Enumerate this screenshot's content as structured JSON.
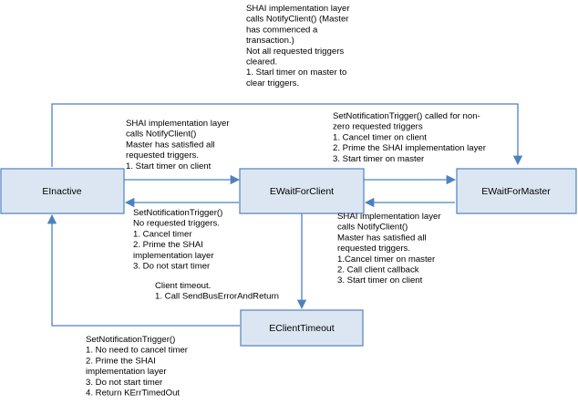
{
  "states": {
    "inactive": "EInactive",
    "wait_for_client": "EWaitForClient",
    "wait_for_master": "EWaitForMaster",
    "client_timeout": "EClientTimeout"
  },
  "notes": {
    "top": [
      "SHAI implementation layer",
      "calls NotifyClient() (Master",
      "has commenced a",
      "transaction.)",
      "Not all requested triggers",
      "cleared.",
      "1. Starl timer on master to",
      "clear triggers."
    ],
    "inactive_to_client": [
      "SHAI implementation layer",
      "calls NotifyClient()",
      "Master has satisfied all",
      "requested triggers.",
      "1. Start timer on client"
    ],
    "client_to_master": [
      "SetNotificationTrigger() called for non-",
      "zero requested triggers",
      "1. Cancel timer on client",
      "2. Prime the SHAI implementation layer",
      "3. Start timer on master"
    ],
    "client_to_inactive": [
      "SetNotificationTrigger()",
      "No requested triggers.",
      "1. Cancel timer",
      "2. Prime the SHAI",
      "implementation layer",
      "3. Do not start timer"
    ],
    "master_to_client": [
      "SHAI implementation layer",
      "calls NotifyClient()",
      "Master has satisfied all",
      "requested triggers.",
      "1.Cancel timer on master",
      "2. Call client callback",
      "3. Start timer on client"
    ],
    "client_timeout": [
      "Client timeout.",
      "1. Call SendBusErrorAndReturn"
    ],
    "timeout_to_inactive": [
      "SetNotificationTrigger()",
      "1. No need to cancel timer",
      "2. Prime the SHAI",
      "implementation layer",
      "3. Do not start timer",
      "4. Return KErrTimedOut"
    ]
  }
}
